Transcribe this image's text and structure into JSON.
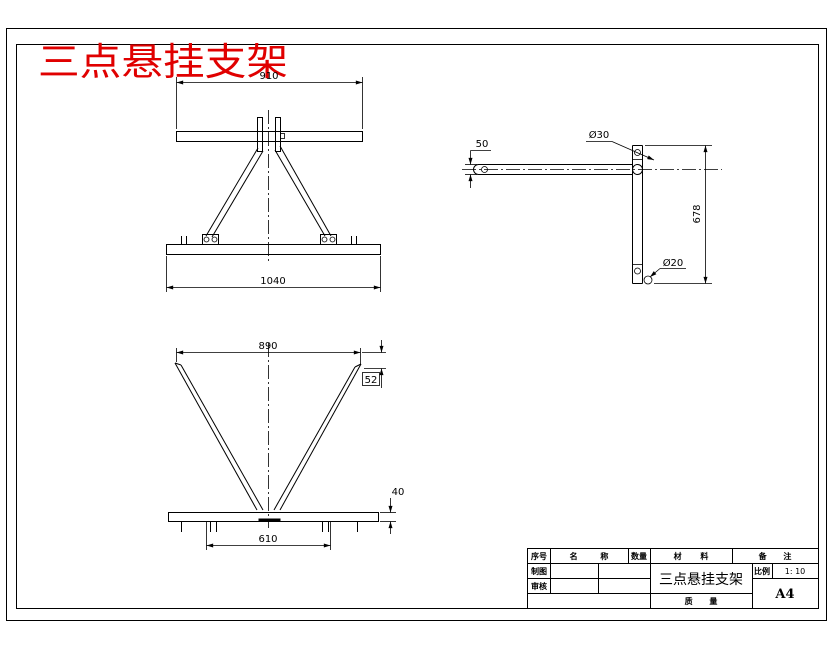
{
  "colors": {
    "title": "#e00000",
    "ink": "#000000"
  },
  "drawing_title": "三点悬挂支架",
  "front_view": {
    "dimension_top": "910",
    "dimension_bottom": "1040"
  },
  "side_view": {
    "dimension_left": "50",
    "dimension_height": "678",
    "diameter_top": "Ø30",
    "diameter_bottom": "Ø20"
  },
  "top_view": {
    "dimension_top": "890",
    "dimension_right_top": "52",
    "dimension_right_bottom": "40",
    "dimension_bottom": "610"
  },
  "title_block": {
    "col_no": "序号",
    "col_name": "名 称",
    "col_qty": "数量",
    "col_material": "材 料",
    "col_remark": "备 注",
    "drawn_label": "制图",
    "checked_label": "审核",
    "part_name": "三点悬挂支架",
    "scale_label": "比例",
    "scale_value": "1: 10",
    "sheet_size": "A4",
    "mass_label": "质 量"
  }
}
